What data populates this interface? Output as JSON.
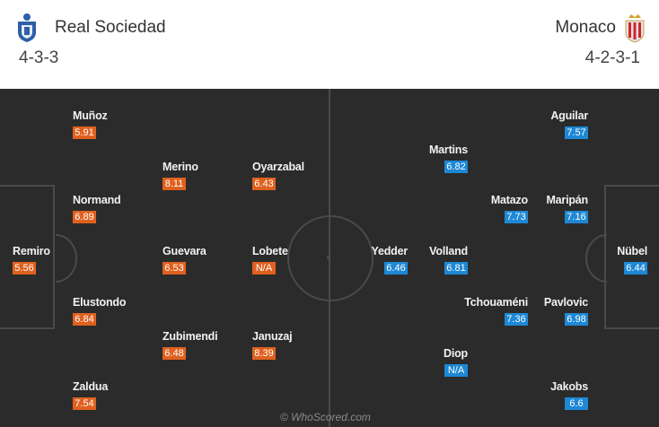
{
  "home": {
    "name": "Real Sociedad",
    "formation": "4-3-3",
    "crest_icon": "real-sociedad-crest-icon",
    "color": "#e0611f",
    "players": [
      {
        "name": "Muñoz",
        "rating": "5.91"
      },
      {
        "name": "Merino",
        "rating": "8.11"
      },
      {
        "name": "Oyarzabal",
        "rating": "6.43"
      },
      {
        "name": "Normand",
        "rating": "6.89"
      },
      {
        "name": "Remiro",
        "rating": "5.56"
      },
      {
        "name": "Guevara",
        "rating": "6.53"
      },
      {
        "name": "Lobete",
        "rating": "N/A"
      },
      {
        "name": "Elustondo",
        "rating": "6.84"
      },
      {
        "name": "Zubimendi",
        "rating": "6.48"
      },
      {
        "name": "Januzaj",
        "rating": "8.39"
      },
      {
        "name": "Zaldua",
        "rating": "7.54"
      }
    ]
  },
  "away": {
    "name": "Monaco",
    "formation": "4-2-3-1",
    "crest_icon": "monaco-crest-icon",
    "color": "#1e88d6",
    "players": [
      {
        "name": "Aguilar",
        "rating": "7.57"
      },
      {
        "name": "Martins",
        "rating": "6.82"
      },
      {
        "name": "Matazo",
        "rating": "7.73"
      },
      {
        "name": "Maripán",
        "rating": "7.16"
      },
      {
        "name": "Yedder",
        "rating": "6.46"
      },
      {
        "name": "Volland",
        "rating": "6.81"
      },
      {
        "name": "Nübel",
        "rating": "6.44"
      },
      {
        "name": "Tchouaméni",
        "rating": "7.36"
      },
      {
        "name": "Pavlovic",
        "rating": "6.98"
      },
      {
        "name": "Diop",
        "rating": "N/A"
      },
      {
        "name": "Jakobs",
        "rating": "6.6"
      }
    ]
  },
  "watermark": "© WhoScored.com"
}
